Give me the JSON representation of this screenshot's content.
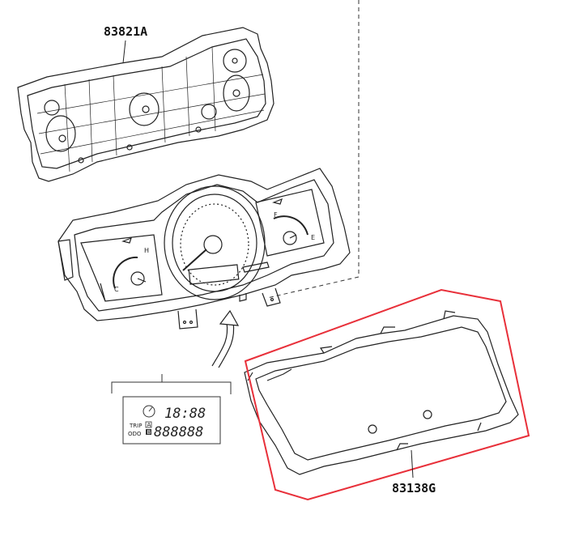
{
  "parts": {
    "circuit_plate": {
      "part_number": "83821A"
    },
    "glass_lens": {
      "part_number": "83138G"
    }
  },
  "detail_display": {
    "clock_text": "18:88",
    "odo_text": "888888",
    "trip_label": "TRIP",
    "odo_label": "ODO",
    "trip_a_label": "A",
    "trip_b_label": "B"
  },
  "gauges": {
    "temp_hot_letter": "H",
    "temp_cold_letter": "C",
    "fuel_full_letter": "F",
    "fuel_empty_letter": "E"
  },
  "highlight_color": "#e8303a",
  "line_color": "#222222"
}
